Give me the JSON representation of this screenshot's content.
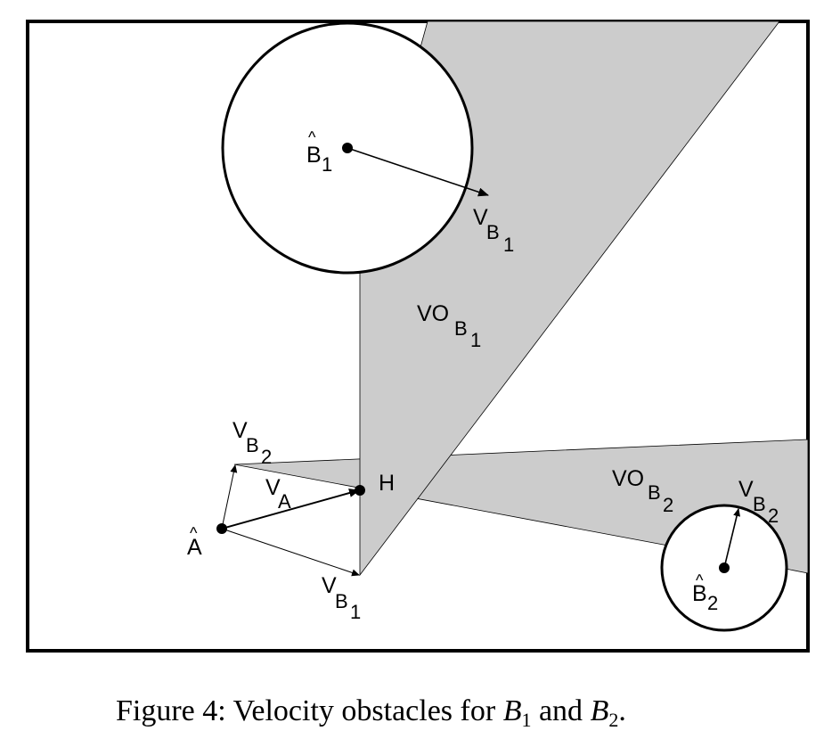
{
  "diagram": {
    "labels": {
      "b1_base": "B",
      "b1_sub": "1",
      "b2_base": "B",
      "b2_sub": "2",
      "a_base": "A",
      "hat": "^",
      "h": "H",
      "v": "V",
      "vb1_sub": "B",
      "vb1_subsub": "1",
      "vb2_sub": "B",
      "vb2_subsub": "2",
      "va_sub": "A",
      "vo": "VO",
      "vo1_sub": "B",
      "vo1_subsub": "1",
      "vo2_sub": "B",
      "vo2_subsub": "2"
    },
    "colors": {
      "obstacle_fill": "#cccccc",
      "stroke": "#000000",
      "background": "#ffffff"
    }
  },
  "caption": {
    "prefix": "Figure 4: Velocity obstacles for ",
    "b1": "B",
    "b1_sub": "1",
    "and": " and ",
    "b2": "B",
    "b2_sub": "2",
    "suffix": "."
  }
}
